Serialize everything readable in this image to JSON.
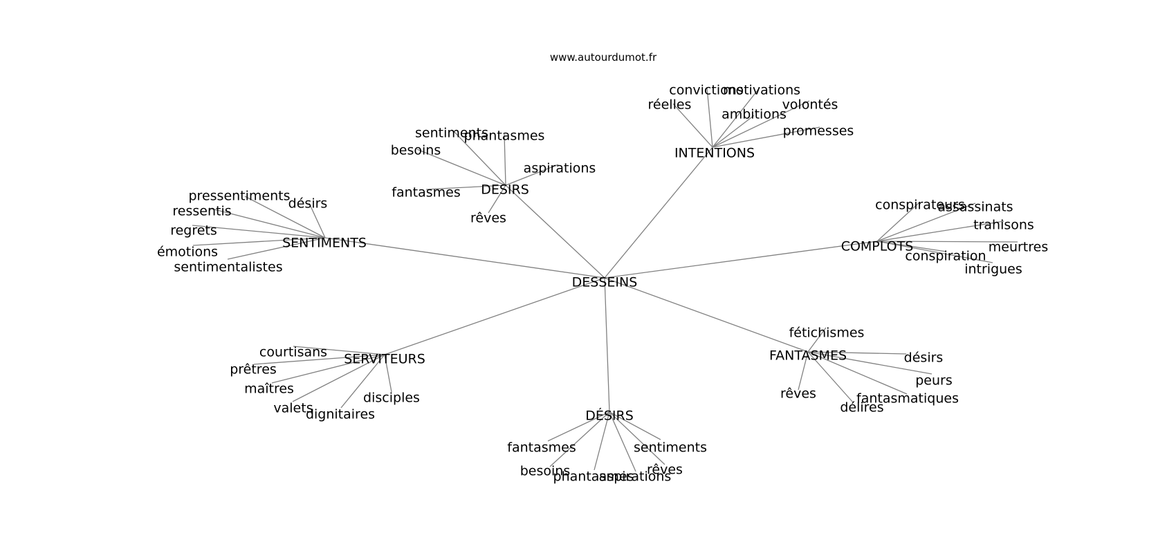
{
  "site": "www.autourdumot.fr",
  "root": "DESSEINS",
  "clusters": [
    {
      "label": "INTENTIONS",
      "children": [
        "convictions",
        "motivations",
        "réelles",
        "ambitions",
        "volontés",
        "promesses"
      ]
    },
    {
      "label": "DESIRS",
      "children": [
        "sentiments",
        "phantasmes",
        "besoins",
        "aspirations",
        "fantasmes",
        "rêves"
      ]
    },
    {
      "label": "SENTIMENTS",
      "children": [
        "pressentiments",
        "désirs",
        "ressentis",
        "regrets",
        "émotions",
        "sentimentalistes"
      ]
    },
    {
      "label": "COMPLOTS",
      "children": [
        "conspirateurs",
        "assassinats",
        "trahisons",
        "meurtres",
        "conspiration",
        "intrigues"
      ]
    },
    {
      "label": "SERVITEURS",
      "children": [
        "courtisans",
        "prêtres",
        "maîtres",
        "valets",
        "dignitaires",
        "disciples"
      ]
    },
    {
      "label": "FANTASMES",
      "children": [
        "fétichismes",
        "désirs",
        "rêves",
        "peurs",
        "fantasmatiques",
        "délires"
      ]
    },
    {
      "label": "DÉSIRS",
      "children": [
        "fantasmes",
        "sentiments",
        "besoins",
        "rêves",
        "phantasmes",
        "aspirations"
      ]
    }
  ]
}
